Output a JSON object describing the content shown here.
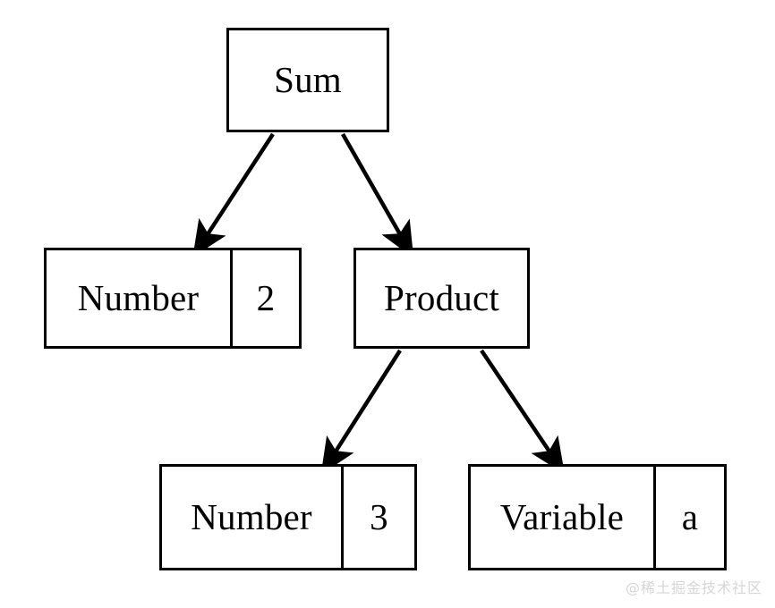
{
  "diagram": {
    "type": "abstract-syntax-tree",
    "background_color": "#ffffff",
    "stroke_color": "#000000",
    "nodes": [
      {
        "id": "sum",
        "label": "Sum",
        "value": null,
        "has_value_cell": false
      },
      {
        "id": "number2",
        "label": "Number",
        "value": "2",
        "has_value_cell": true
      },
      {
        "id": "product",
        "label": "Product",
        "value": null,
        "has_value_cell": false
      },
      {
        "id": "number3",
        "label": "Number",
        "value": "3",
        "has_value_cell": true
      },
      {
        "id": "variable",
        "label": "Variable",
        "value": "a",
        "has_value_cell": true
      }
    ],
    "edges": [
      {
        "from": "sum",
        "to": "number2",
        "arrow": "arrowhead-down-left"
      },
      {
        "from": "sum",
        "to": "product",
        "arrow": "arrowhead-down-right"
      },
      {
        "from": "product",
        "to": "number3",
        "arrow": "arrowhead-down-left"
      },
      {
        "from": "product",
        "to": "variable",
        "arrow": "arrowhead-down-right"
      }
    ]
  },
  "watermark": {
    "text": "@稀土掘金技术社区",
    "color": "#d6d6d6"
  }
}
